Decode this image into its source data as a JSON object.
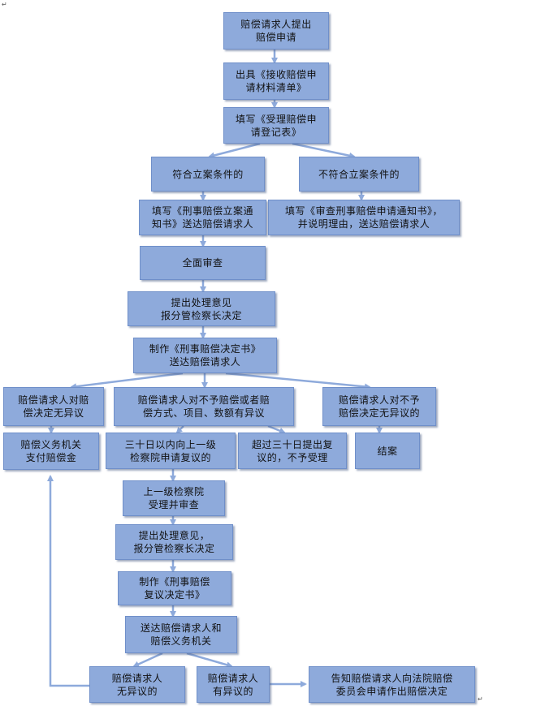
{
  "flowchart": {
    "nodes": {
      "n1": "赔偿请求人提出\n赔偿申请",
      "n2": "出具《接收赔偿申\n请材料清单》",
      "n3": "填写《受理赔偿申\n请登记表》",
      "n4a": "符合立案条件的",
      "n4b": "不符合立案条件的",
      "n5a": "填写《刑事赔偿立案通\n知书》送达赔偿请求人",
      "n5b": "填写《审查刑事赔偿申请通知书》，\n并说明理由，送达赔偿请求人",
      "n6": "全面审查",
      "n7": "提出处理意见\n报分管检察长决定",
      "n8": "制作《刑事赔偿决定书》\n送达赔偿请求人",
      "n9a": "赔偿请求人对赔\n偿决定无异议",
      "n9b": "赔偿请求人对不予赔偿或者赔\n偿方式、项目、数额有异议",
      "n9c": "赔偿请求人对不予\n赔偿决定无异议的",
      "n10a": "赔偿义务机关\n支付赔偿金",
      "n10b": "三十日以内向上一级\n检察院申请复议的",
      "n10c": "超过三十日提出复\n议的，不予受理",
      "n10d": "结案",
      "n11": "上一级检察院\n受理并审查",
      "n12": "提出处理意见，\n报分管检察长决定",
      "n13": "制作《刑事赔偿\n复议决定书》",
      "n14": "送达赔偿请求人和\n赔偿义务机关",
      "n15a": "赔偿请求人\n无异议的",
      "n15b": "赔偿请求人\n有异议的",
      "n15c": "告知赔偿请求人向法院赔偿\n委员会申请作出赔偿决定"
    },
    "marks": {
      "top": "↵",
      "bottom": "↵"
    },
    "colors": {
      "box_fill": "#8eaadb",
      "box_border": "#6f8fc9",
      "arrow": "#8eaadb"
    }
  }
}
